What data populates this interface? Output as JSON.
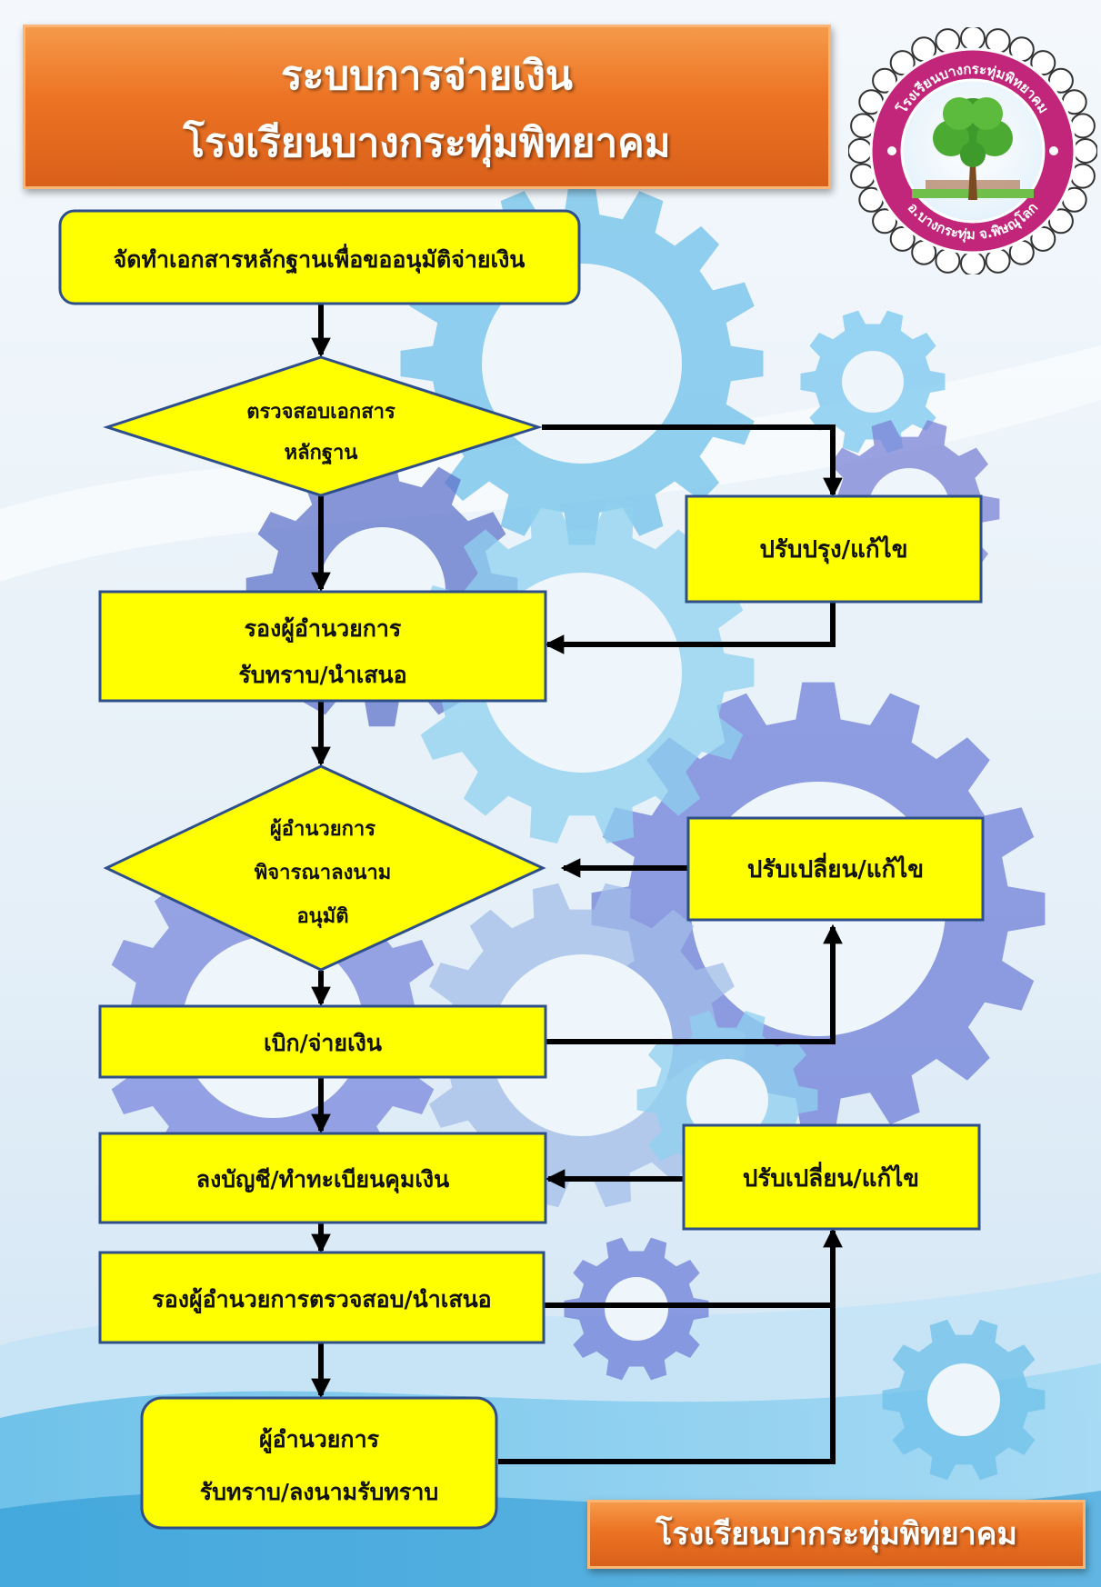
{
  "title": {
    "line1": "ระบบการจ่ายเงิน",
    "line2": "โรงเรียนบางกระทุ่มพิทยาคม"
  },
  "seal": {
    "top_text": "โรงเรียนบางกระทุ่มพิทยาคม",
    "bottom_text": "อ.บางกระทุ่ม จ.พิษณุโลก"
  },
  "steps": {
    "prepare_docs": "จัดทำเอกสารหลักฐานเพื่อขออนุมัติจ่ายเงิน",
    "check_docs": [
      "ตรวจสอบเอกสาร",
      "หลักฐาน"
    ],
    "improve_fix": "ปรับปรุง/แก้ไข",
    "deputy_acknowledge": [
      "รองผู้อำนวยการ",
      "รับทราบ/นำเสนอ"
    ],
    "director_consider": [
      "ผู้อำนวยการ",
      "พิจารณาลงนาม",
      "อนุมัติ"
    ],
    "change_fix_1": "ปรับเปลี่ยน/แก้ไข",
    "withdraw_pay": "เบิก/จ่ายเงิน",
    "record_ledger": "ลงบัญชี/ทำทะเบียนคุมเงิน",
    "change_fix_2": "ปรับเปลี่ยน/แก้ไข",
    "deputy_check_present": "รองผู้อำนวยการตรวจสอบ/นำเสนอ",
    "director_sign": [
      "ผู้อำนวยการ",
      "รับทราบ/ลงนามรับทราบ"
    ]
  },
  "footer": "โรงเรียนบากระทุ่มพิทยาคม",
  "colors": {
    "box_fill": "#ffff00",
    "box_border": "#2f4f8a",
    "arrow": "#000000",
    "banner": "#ec7323",
    "seal_ring": "#c2267a",
    "background": "#eaf3fb"
  }
}
